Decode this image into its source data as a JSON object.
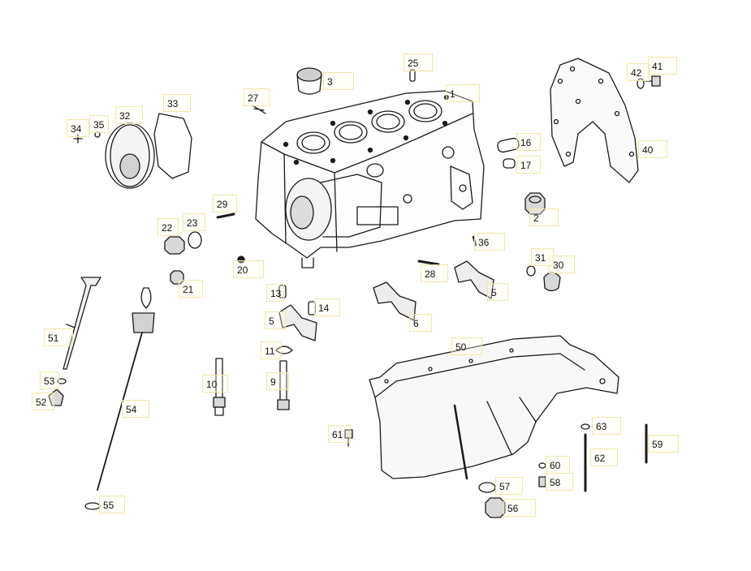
{
  "colors": {
    "ink": "#1a1a1a",
    "box_border": "#f3e6a8",
    "background": "#ffffff"
  },
  "callouts": [
    {
      "id": "1",
      "text": "1"
    },
    {
      "id": "2",
      "text": "2"
    },
    {
      "id": "3",
      "text": "3"
    },
    {
      "id": "5a",
      "text": "5"
    },
    {
      "id": "5b",
      "text": "5"
    },
    {
      "id": "6",
      "text": "6"
    },
    {
      "id": "9",
      "text": "9"
    },
    {
      "id": "10",
      "text": "10"
    },
    {
      "id": "11",
      "text": "11"
    },
    {
      "id": "13",
      "text": "13"
    },
    {
      "id": "14",
      "text": "14"
    },
    {
      "id": "16",
      "text": "16"
    },
    {
      "id": "17",
      "text": "17"
    },
    {
      "id": "20",
      "text": "20"
    },
    {
      "id": "21",
      "text": "21"
    },
    {
      "id": "22",
      "text": "22"
    },
    {
      "id": "23",
      "text": "23"
    },
    {
      "id": "25",
      "text": "25"
    },
    {
      "id": "27",
      "text": "27"
    },
    {
      "id": "28",
      "text": "28"
    },
    {
      "id": "29",
      "text": "29"
    },
    {
      "id": "30",
      "text": "30"
    },
    {
      "id": "31",
      "text": "31"
    },
    {
      "id": "32",
      "text": "32"
    },
    {
      "id": "33",
      "text": "33"
    },
    {
      "id": "34",
      "text": "34"
    },
    {
      "id": "35",
      "text": "35"
    },
    {
      "id": "36",
      "text": "36"
    },
    {
      "id": "40",
      "text": "40"
    },
    {
      "id": "41",
      "text": "41"
    },
    {
      "id": "42",
      "text": "42"
    },
    {
      "id": "50",
      "text": "50"
    },
    {
      "id": "51",
      "text": "51"
    },
    {
      "id": "52",
      "text": "52"
    },
    {
      "id": "53",
      "text": "53"
    },
    {
      "id": "54",
      "text": "54"
    },
    {
      "id": "55",
      "text": "55"
    },
    {
      "id": "56",
      "text": "56"
    },
    {
      "id": "57",
      "text": "57"
    },
    {
      "id": "58",
      "text": "58"
    },
    {
      "id": "59",
      "text": "59"
    },
    {
      "id": "60",
      "text": "60"
    },
    {
      "id": "61",
      "text": "61"
    },
    {
      "id": "62",
      "text": "62"
    },
    {
      "id": "63",
      "text": "63"
    }
  ]
}
